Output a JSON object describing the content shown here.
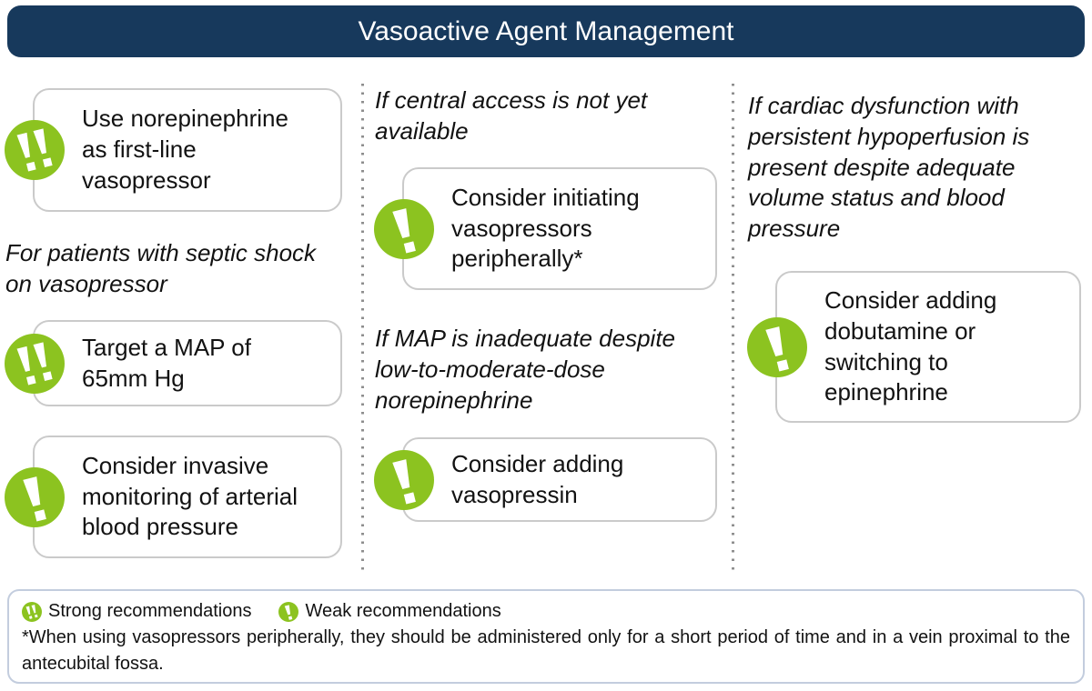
{
  "title": "Vasoactive Agent Management",
  "colors": {
    "header_bg": "#17395C",
    "accent_green": "#8CC320",
    "card_border": "#CACACA",
    "footer_border": "#C3CDDE",
    "divider_dot": "#8E8E8E"
  },
  "col1": {
    "card_norepinephrine": {
      "icon": "strong",
      "text": "Use norepinephrine\nas first-line\nvasopressor"
    },
    "heading_septic": "For patients with septic shock\non vasopressor",
    "card_map": {
      "icon": "strong",
      "text": "Target a MAP of\n65mm Hg"
    },
    "card_invasive": {
      "icon": "weak",
      "text": "Consider invasive\nmonitoring of arterial\nblood pressure"
    }
  },
  "col2": {
    "heading_central": "If central access is not yet\navailable",
    "card_peripheral": {
      "icon": "weak",
      "text": "Consider initiating\nvasopressors\nperipherally*"
    },
    "heading_map": "If MAP is inadequate despite\nlow-to-moderate-dose\nnorepinephrine",
    "card_vasopressin": {
      "icon": "weak",
      "text": "Consider adding\nvasopressin"
    }
  },
  "col3": {
    "heading_cardiac": "If cardiac dysfunction with\npersistent hypoperfusion is\npresent despite adequate\nvolume status and blood\npressure",
    "card_dobutamine": {
      "icon": "weak",
      "text": "Consider adding\ndobutamine or\nswitching to\nepinephrine"
    }
  },
  "legend": {
    "strong_label": "Strong recommendations",
    "weak_label": "Weak recommendations"
  },
  "footnote": "*When using vasopressors peripherally, they should be administered only for a short period of time and in a vein proximal to the antecubital fossa."
}
